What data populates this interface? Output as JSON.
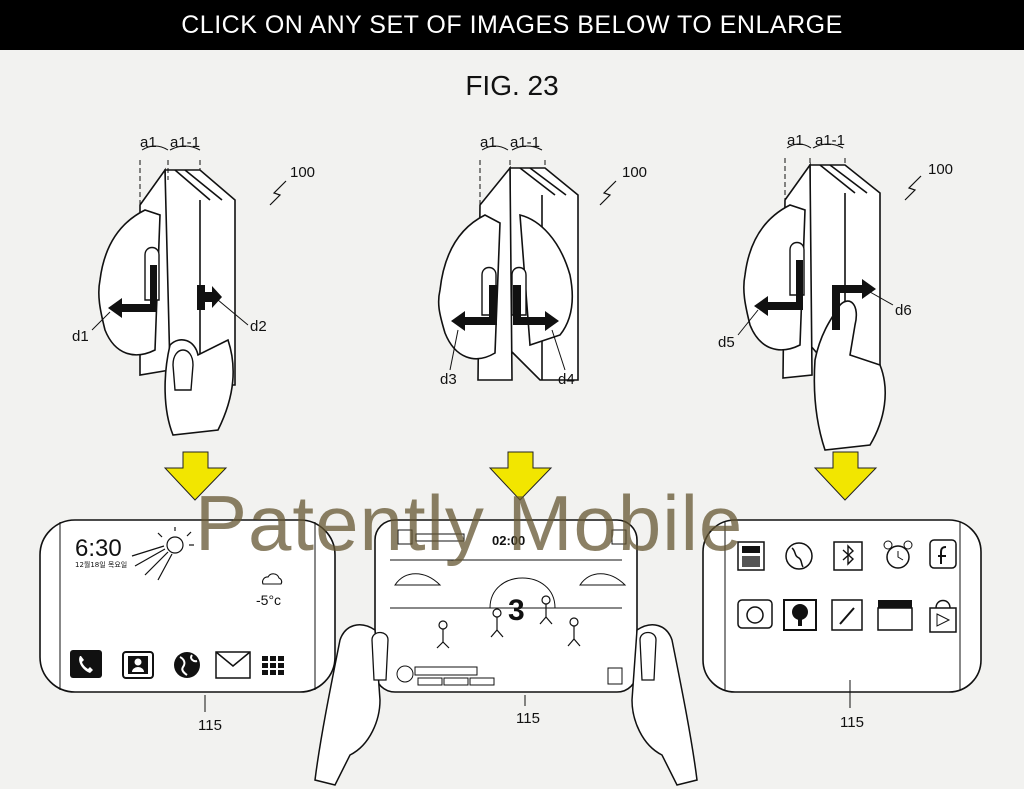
{
  "banner": {
    "text": "CLICK ON ANY SET OF IMAGES BELOW TO ENLARGE"
  },
  "figure": {
    "title": "FIG. 23"
  },
  "panels": [
    {
      "ref_a1": "a1",
      "ref_a11": "a1-1",
      "device_ref": "100",
      "left_dir": "d1",
      "right_dir": "d2",
      "screen_ref": "115"
    },
    {
      "ref_a1": "a1",
      "ref_a11": "a1-1",
      "device_ref": "100",
      "left_dir": "d3",
      "right_dir": "d4",
      "screen_ref": "115"
    },
    {
      "ref_a1": "a1",
      "ref_a11": "a1-1",
      "device_ref": "100",
      "left_dir": "d5",
      "right_dir": "d6",
      "screen_ref": "115"
    }
  ],
  "home_screen": {
    "time": "6:30",
    "date": "12월18일 목요일",
    "temperature": "-5°c"
  },
  "game_screen": {
    "timer": "02:00",
    "countdown": "3"
  },
  "watermark": {
    "text": "Patently Mobile"
  },
  "colors": {
    "arrow": "#f2e600",
    "banner_bg": "#000000",
    "watermark": "#6e5e3a"
  }
}
